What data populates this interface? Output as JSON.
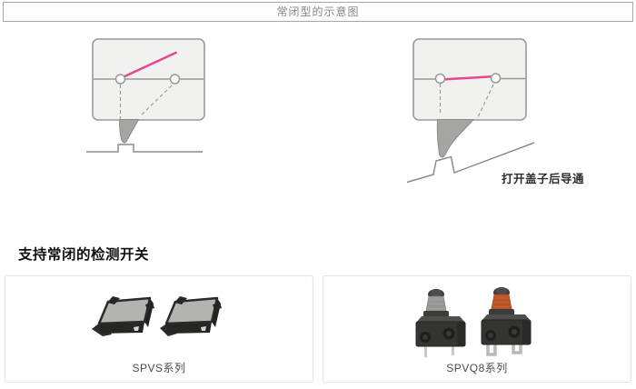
{
  "header": {
    "title": "常闭型的示意图",
    "border_color": "#a6a6a6",
    "text_color": "#878787"
  },
  "diagram": {
    "left_state": "cover-closed-contact-open",
    "right_state": "cover-open-contact-closed",
    "right_caption": "打开盖子后导通",
    "accent_color": "#e8468f",
    "line_color": "#8f8f8f",
    "body_fill": "#f1f1ef",
    "plunger_fill": "#a5a5a3"
  },
  "section": {
    "heading": "支持常闭的检测开关"
  },
  "products": [
    {
      "label": "SPVS系列",
      "type": "flat-smd-detector-switch"
    },
    {
      "label": "SPVQ8系列",
      "type": "plunger-detector-switch",
      "plunger_colors": [
        "#9c9c9a",
        "#c2592a"
      ]
    }
  ]
}
